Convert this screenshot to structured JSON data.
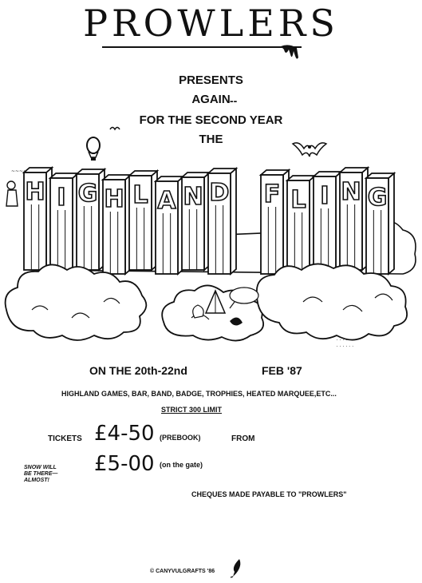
{
  "header": {
    "title": "PROWLERS",
    "presents": "PRESENTS",
    "again": "AGAIN",
    "again_mark": "--",
    "second_year": "FOR THE SECOND YEAR",
    "the": "THE"
  },
  "banner": {
    "title": "HIGHLAND FLING",
    "letters": [
      "H",
      "I",
      "G",
      "H",
      "L",
      "A",
      "N",
      "D",
      " ",
      "F",
      "L",
      "I",
      "N",
      "G"
    ]
  },
  "event": {
    "dates": "ON THE  20th-22nd",
    "month": "FEB '87",
    "features": "HIGHLAND  GAMES, BAR, BAND, BADGE, TROPHIES, HEATED MARQUEE,ETC...",
    "limit": "STRICT  300 LIMIT"
  },
  "tickets": {
    "label": "TICKETS",
    "prebook_price": "£4-50",
    "prebook_note": "(PREBOOK)",
    "from": "FROM",
    "gate_price": "£5-00",
    "gate_note": "(on the gate)",
    "side_note": "SNOW WILL BE THERE— ALMOST!",
    "cheques": "CHEQUES MADE PAYABLE TO \"PROWLERS\""
  },
  "footer": {
    "copyright": "© CANYVULGRAFTS '86"
  },
  "icons": {
    "balloon": "hot-air-balloon-icon",
    "bird": "bird-icon",
    "bat": "bat-icon",
    "tent": "tent-icon",
    "feather": "feather-icon"
  }
}
